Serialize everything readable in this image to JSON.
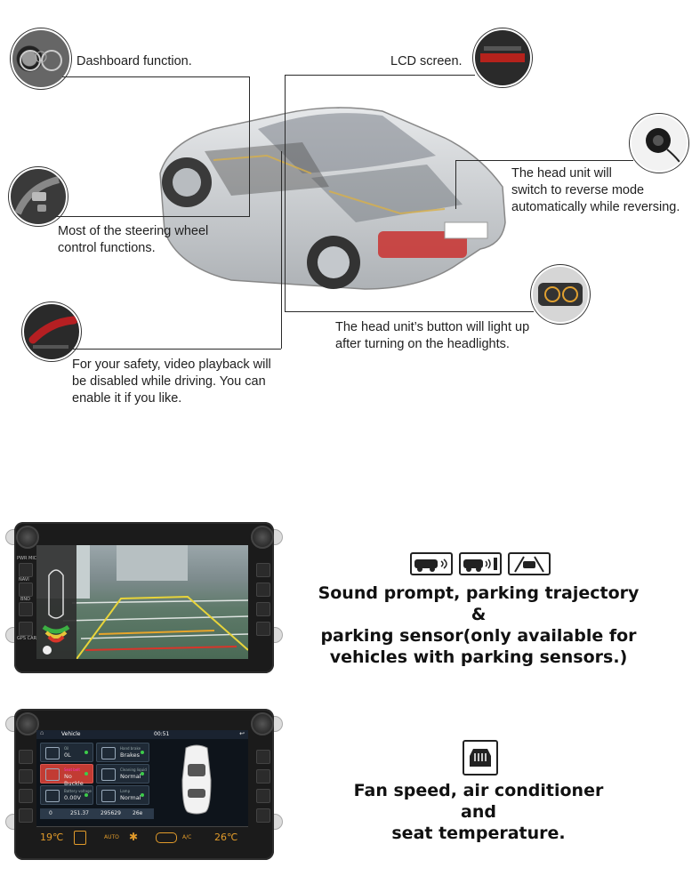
{
  "callouts": {
    "dashboard": "Dashboard function.",
    "lcd": "LCD screen.",
    "reverse": [
      "The head unit will",
      "switch to reverse mode",
      "automatically while reversing."
    ],
    "steering": [
      "Most of the steering wheel",
      "control functions."
    ],
    "headlights": [
      "The head unit’s button will light up",
      "after turning on the headlights."
    ],
    "safety": [
      "For your safety, video playback will",
      "be disabled while driving. You can",
      "enable it if you like."
    ]
  },
  "icons": {
    "dashboard_thumb": "speedometer-cluster-icon",
    "lcd_thumb": "lcd-display-icon",
    "camera_thumb": "rear-camera-icon",
    "steering_thumb": "steering-wheel-buttons-icon",
    "headlight_thumb": "headlight-icon",
    "handbrake_thumb": "handbrake-icon",
    "feature1": [
      "car-sound-prompt-icon",
      "parking-sensor-icon",
      "parking-trajectory-icon"
    ],
    "feature2": "rear-defrost-climate-icon"
  },
  "feature1": {
    "lines": [
      "Sound prompt, parking trajectory &",
      "parking sensor(only available for",
      "vehicles with parking sensors.)"
    ]
  },
  "feature2": {
    "lines": [
      "Fan speed, air conditioner and",
      "seat temperature."
    ]
  },
  "unit1": {
    "side_left": [
      "PWR MIC",
      "NAVI",
      "BND",
      "GPS CARD"
    ]
  },
  "unit2": {
    "topbar": {
      "title": "Vehicle",
      "time": "00:51"
    },
    "tiles": [
      {
        "label": "Oil",
        "value": "0L"
      },
      {
        "label": "Hand brake",
        "value": "Brakes"
      },
      {
        "label": "Seat belt",
        "value": "No Buckle"
      },
      {
        "label": "Cleaning liquid",
        "value": "Normal"
      },
      {
        "label": "Battery voltage",
        "value": "0.00V"
      },
      {
        "label": "Lamp",
        "value": "Normal"
      }
    ],
    "stats": [
      "0",
      "251.37",
      "295629",
      "26e"
    ],
    "climate": {
      "left_temp": "19℃",
      "right_temp": "26℃",
      "mode": "AUTO",
      "ac": "A/C"
    }
  },
  "colors": {
    "warning_tile": "#c23b33",
    "ok_dot": "#3dcc4a",
    "climate_orange": "#e09a2a"
  }
}
